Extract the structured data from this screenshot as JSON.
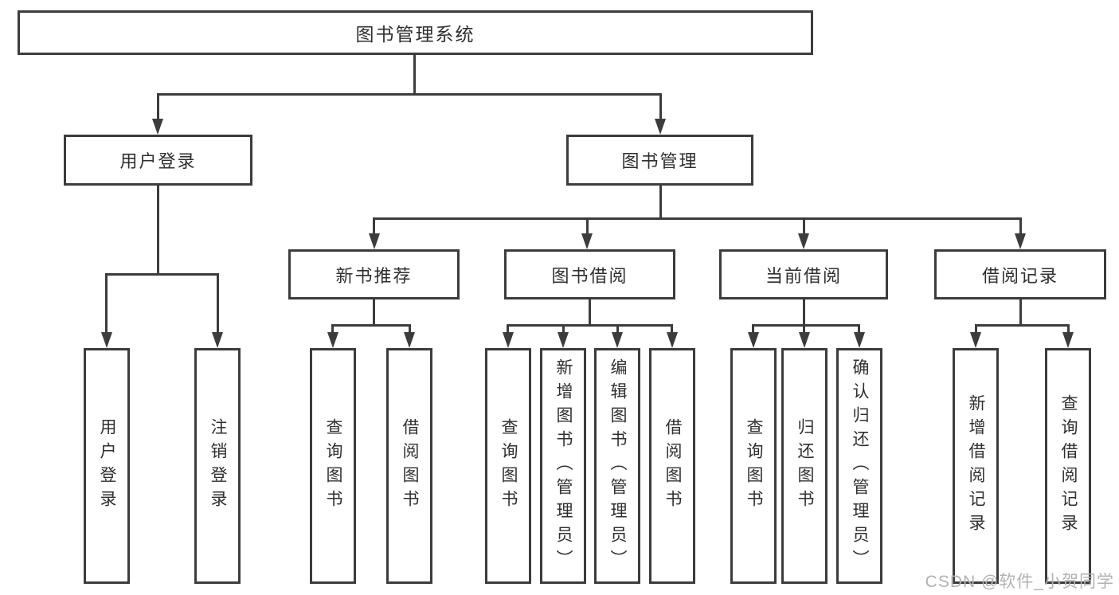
{
  "tree": {
    "root": {
      "label": "图书管理系统"
    },
    "branches": [
      {
        "label": "用户登录",
        "children": [
          {
            "label": "用户登录"
          },
          {
            "label": "注销登录"
          }
        ]
      },
      {
        "label": "图书管理",
        "children": [
          {
            "label": "新书推荐",
            "children": [
              {
                "label": "查询图书"
              },
              {
                "label": "借阅图书"
              }
            ]
          },
          {
            "label": "图书借阅",
            "children": [
              {
                "label": "查询图书"
              },
              {
                "label": "新增图书（管理员）"
              },
              {
                "label": "编辑图书（管理员）"
              },
              {
                "label": "借阅图书"
              }
            ]
          },
          {
            "label": "当前借阅",
            "children": [
              {
                "label": "查询图书"
              },
              {
                "label": "归还图书"
              },
              {
                "label": "确认归还（管理员）"
              }
            ]
          },
          {
            "label": "借阅记录",
            "children": [
              {
                "label": "新增借阅记录"
              },
              {
                "label": "查询借阅记录"
              }
            ]
          }
        ]
      }
    ]
  },
  "watermark": {
    "text": "CSDN @软件_小贺同学"
  },
  "colors": {
    "line": "#3c3c3c",
    "text": "#2f2f2f",
    "watermark": "#b2b2b2",
    "background": "#ffffff"
  }
}
